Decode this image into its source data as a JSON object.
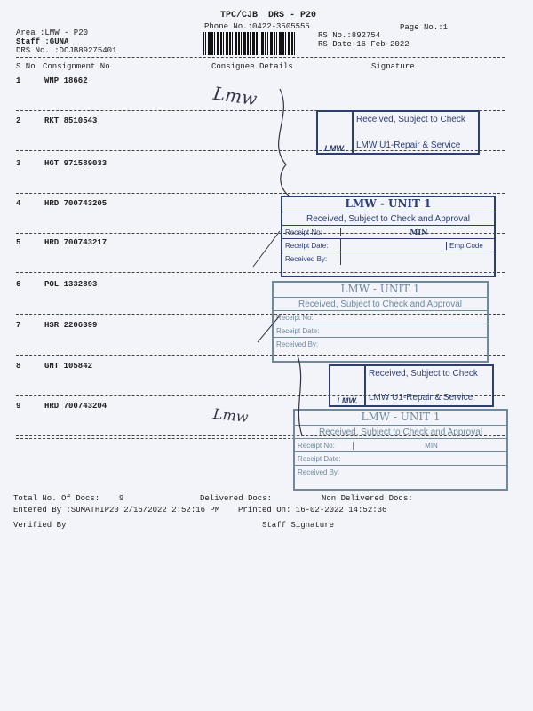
{
  "header": {
    "title": "TPC/CJB  DRS - P20",
    "phone": "Phone No.:0422-3505555",
    "page": "Page No.:1",
    "area": "Area :LMW - P20",
    "staff": "Staff :GUNA",
    "drs_no": "DRS No. :DCJB89275401",
    "rs_no": "RS No.:892754",
    "rs_date": "RS Date:16-Feb-2022"
  },
  "columns": {
    "sno": "S No",
    "consignment": "Consignment No",
    "consignee": "Consignee Details",
    "signature": "Signature"
  },
  "rows": [
    {
      "sno": "1",
      "consignment": "WNP 18662"
    },
    {
      "sno": "2",
      "consignment": "RKT 8510543"
    },
    {
      "sno": "3",
      "consignment": "HGT 971589033"
    },
    {
      "sno": "4",
      "consignment": "HRD 700743205"
    },
    {
      "sno": "5",
      "consignment": "HRD 700743217"
    },
    {
      "sno": "6",
      "consignment": "POL 1332893"
    },
    {
      "sno": "7",
      "consignment": "HSR 2206399"
    },
    {
      "sno": "8",
      "consignment": "GNT 105842"
    },
    {
      "sno": "9",
      "consignment": "HRD 700743204"
    }
  ],
  "footer": {
    "total": "Total No. Of Docs:    9",
    "delivered": "Delivered Docs:",
    "non_delivered": "Non Delivered Docs:",
    "entered": "Entered By :SUMATHIP20 2/16/2022 2:52:16 PM",
    "printed": "Printed On: 16-02-2022 14:52:36",
    "verified": "Verified By",
    "staff_sig": "Staff Signature"
  },
  "stamps": {
    "small": {
      "logo": "LMW.",
      "line1": "Received, Subject to Check",
      "line2": "LMW U1-Repair & Service"
    },
    "large": {
      "title": "LMW - UNIT 1",
      "subtitle": "Received, Subject to Check and Approval",
      "receipt_no": "Receipt No:",
      "receipt_val": "MIN",
      "receipt_date": "Receipt Date:",
      "emp_code": "Emp Code",
      "received_by": "Received By:"
    }
  },
  "handwriting": {
    "lmw": "Lmw"
  }
}
